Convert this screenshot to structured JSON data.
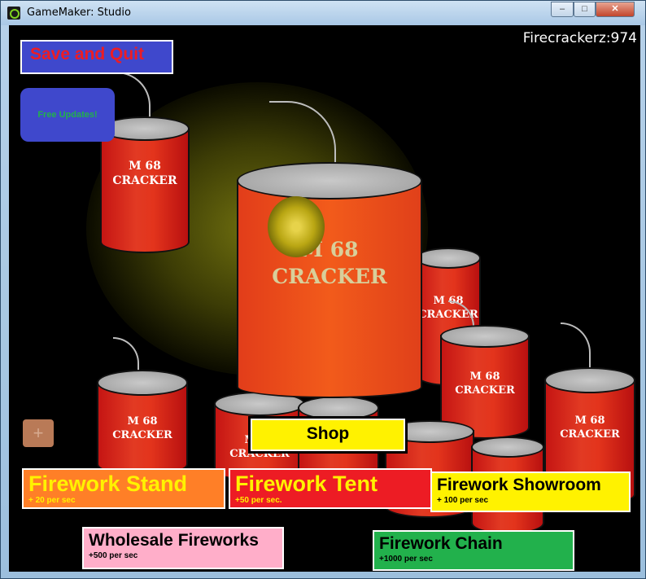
{
  "window": {
    "title": "GameMaker: Studio",
    "controls": {
      "minimize": "–",
      "maximize": "□",
      "close": "✕"
    }
  },
  "hud": {
    "score_text": "Firecrackerz:974"
  },
  "buttons": {
    "save_quit": "Save and Quit",
    "free_updates": "Free Updates!",
    "plus": "+",
    "shop": "Shop"
  },
  "cracker_label": {
    "line1": "M 68",
    "line2": "CRACKER"
  },
  "upgrades": {
    "stand": {
      "name": "Firework Stand",
      "rate": "+ 20 per sec"
    },
    "tent": {
      "name": "Firework Tent",
      "rate": "+50 per sec."
    },
    "showroom": {
      "name": "Firework Showroom",
      "rate": "+ 100 per sec"
    },
    "wholesale": {
      "name": "Wholesale Fireworks",
      "rate": "+500 per sec"
    },
    "chain": {
      "name": "Firework Chain",
      "rate": "+1000 per sec"
    }
  },
  "colors": {
    "background": "#000000",
    "can_red": "#e3341c",
    "save_button": "#3f48cc",
    "shop_button": "#fff200"
  }
}
